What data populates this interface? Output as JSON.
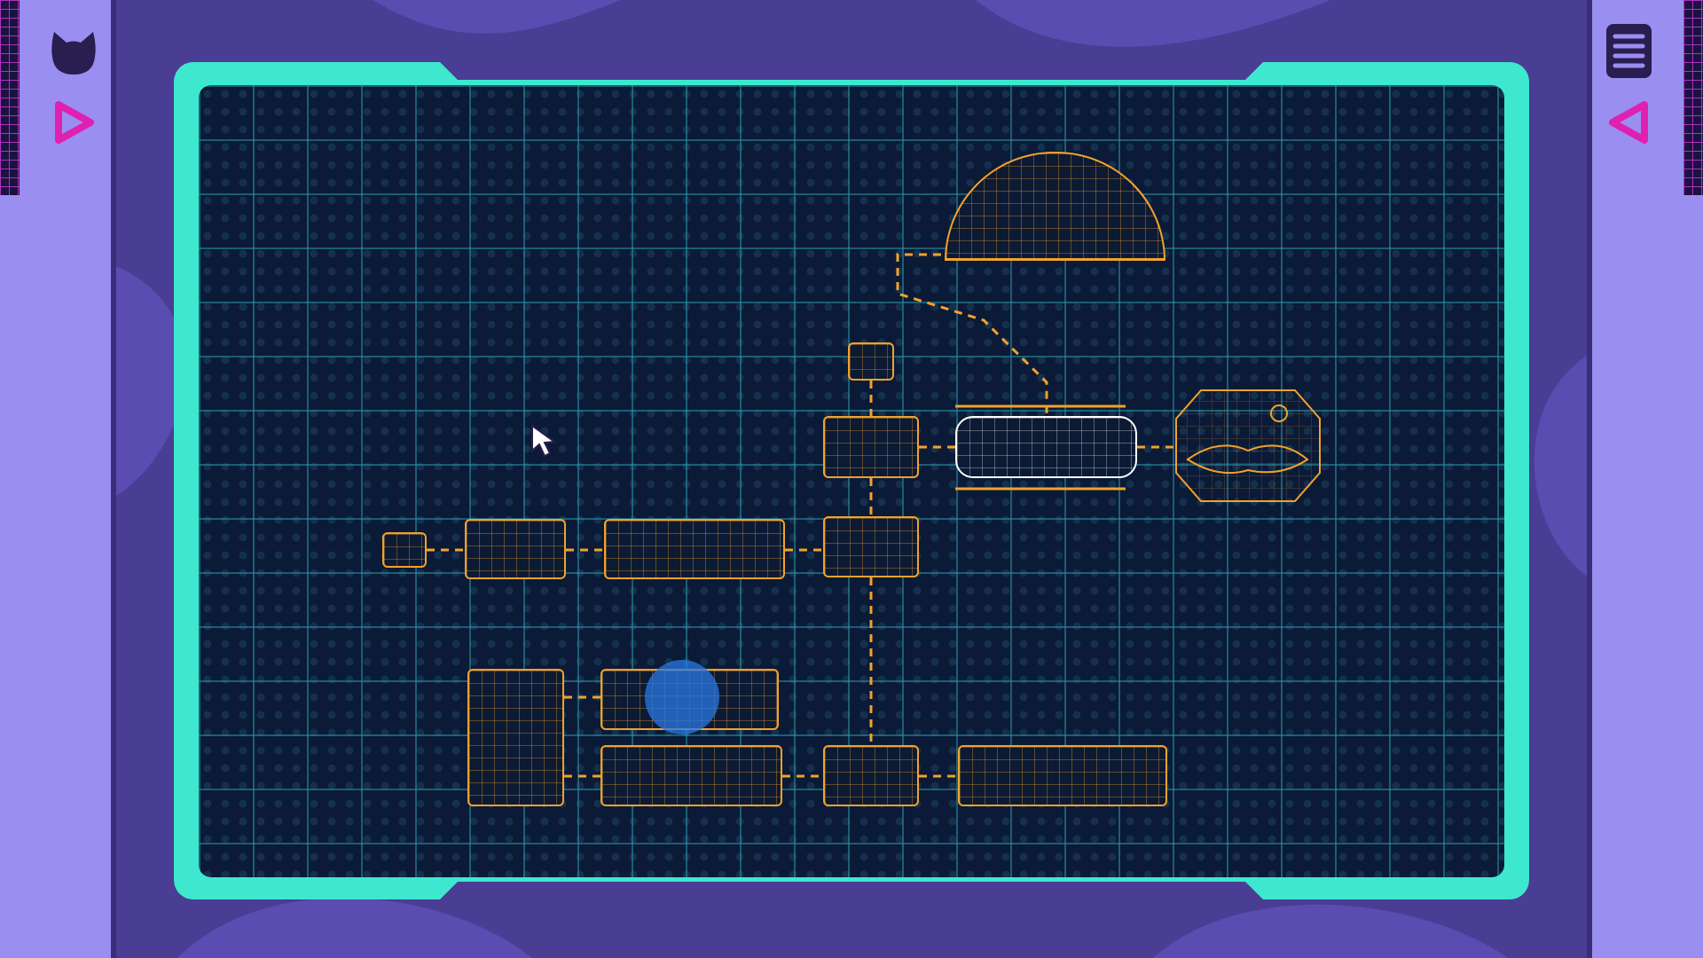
{
  "colors": {
    "background": "#4a3d94",
    "side_panel": "#9a8ef0",
    "frame": "#3ee8cf",
    "screen": "#0b1a36",
    "room_outline": "#f2a22a",
    "selected_room": "#ffffff",
    "accent": "#e020b0"
  },
  "left_panel": {
    "icons": [
      {
        "name": "cat-icon"
      },
      {
        "name": "play-arrow-icon"
      }
    ]
  },
  "right_panel": {
    "icons": [
      {
        "name": "menu-icon"
      },
      {
        "name": "back-arrow-icon"
      }
    ]
  },
  "map": {
    "rooms": [
      {
        "id": "dome-garden",
        "shape": "dome"
      },
      {
        "id": "small-top",
        "shape": "rect"
      },
      {
        "id": "kitchen",
        "shape": "rect"
      },
      {
        "id": "main-hall",
        "shape": "capsule",
        "selected": true
      },
      {
        "id": "pond-room",
        "shape": "octagon"
      },
      {
        "id": "lounge",
        "shape": "rect"
      },
      {
        "id": "small-left",
        "shape": "rect"
      },
      {
        "id": "workshop",
        "shape": "rect"
      },
      {
        "id": "bedroom",
        "shape": "rect"
      },
      {
        "id": "cave-tall",
        "shape": "rect"
      },
      {
        "id": "cave-upper",
        "shape": "rect",
        "marker": "player-location"
      },
      {
        "id": "cave-lower",
        "shape": "rect"
      },
      {
        "id": "bottom-junction",
        "shape": "rect"
      },
      {
        "id": "storage",
        "shape": "rect"
      }
    ]
  }
}
